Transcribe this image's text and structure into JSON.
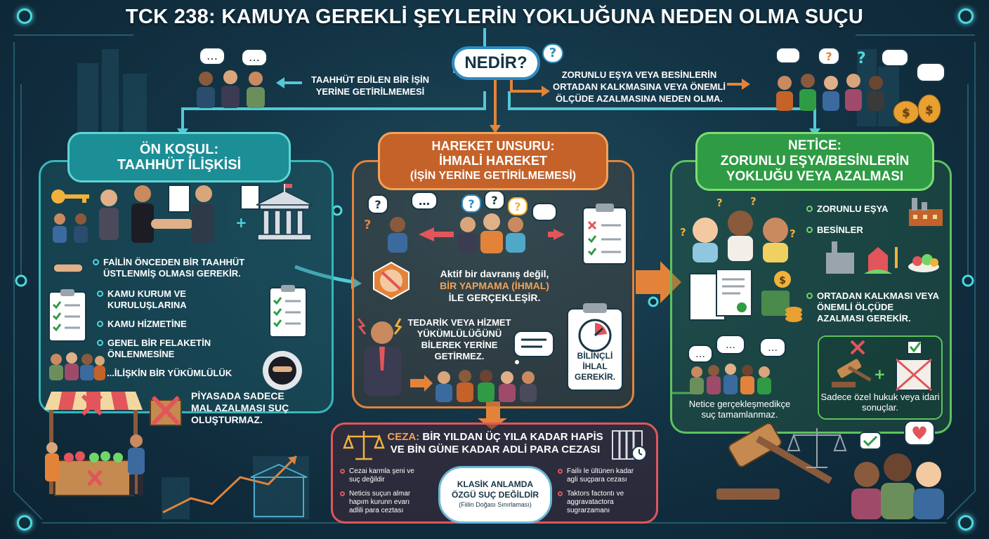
{
  "title": "TCK 238: KAMUYA GEREKLİ ŞEYLERİN YOKLUĞUNA NEDEN OLMA SUÇU",
  "center": {
    "question": "NEDİR?",
    "left_definition": "TAAHHÜT EDİLEN BİR İŞİN YERİNE GETİRİLMEMESİ",
    "right_definition": "ZORUNLU EŞYA VEYA BESİNLERİN ORTADAN KALKMASINA VEYA ÖNEMLİ ÖLÇÜDE AZALMASINA NEDEN OLMA."
  },
  "left_panel": {
    "header_line1": "ÖN KOŞUL:",
    "header_line2": "TAAHHÜT İLİŞKİSİ",
    "intro": "FAİLİN ÖNCEDEN BİR TAAHHÜT ÜSTLENMİŞ OLMASI GEREKİR.",
    "items": [
      "KAMU KURUM VE KURULUŞLARINA",
      "KAMU HİZMETİNE",
      "GENEL BİR FELAKETİN ÖNLENMESİNE",
      "...İLİŞKİN BİR YÜKÜMLÜLÜK"
    ],
    "note": "PİYASADA SADECE MAL AZALMASI SUÇ OLUŞTURMAZ."
  },
  "mid_panel": {
    "header_line1": "HAREKET UNSURU:",
    "header_line2": "İHMALİ HAREKET",
    "header_line3": "(İŞİN YERİNE GETİRİLMEMESİ)",
    "aktif_line1": "Aktif bir davranış değil,",
    "aktif_line2": "BİR YAPMAMA (İHMAL)",
    "aktif_line3": "İLE GERÇEKLEŞİR.",
    "tedarik": "TEDARİK VEYA HİZMET YÜKÜMLÜLÜĞÜNÜ BİLEREK YERİNE GETİRMEZ.",
    "bilincli": "BİLİNÇLİ İHLAL GEREKİR."
  },
  "right_panel": {
    "header_line1": "NETİCE:",
    "header_line2": "ZORUNLU EŞYA/BESİNLERİN",
    "header_line3": "YOKLUĞU VEYA AZALMASI",
    "item1": "ZORUNLU EŞYA",
    "item2": "BESİNLER",
    "item3": "ORTADAN KALKMASI VEYA ÖNEMLİ ÖLÇÜDE AZALMASI GEREKİR.",
    "netice_note": "Netice gerçekleşmedikçe suç tamamlanmaz.",
    "ozel_hukuk": "Sadece özel hukuk veya idari sonuçlar."
  },
  "ceza": {
    "label": "CEZA:",
    "text_line1": "BİR YILDAN ÜÇ YILA KADAR HAPİS",
    "text_line2": "VE BİN GÜNE KADAR ADLİ PARA CEZASI",
    "left1_line1": "Cezai karmla şeni ve",
    "left1_line2": "suç değildir",
    "left2_line1": "Neticis suçun almar",
    "left2_line2": "hapım kurunn evarı",
    "left2_line3": "adlili para ceztası",
    "right1_line1": "Failiı le ültünen kadar",
    "right1_line2": "agli suçpara cezası",
    "right2_line1": "Taktors factontı ve",
    "right2_line2": "aggravatactora",
    "right2_line3": "sugrarzamanı",
    "klasik_line1": "KLASİK ANLAMDA",
    "klasik_line2": "ÖZGÜ SUÇ DEĞİLDİR",
    "klasik_line3": "(Fiilin Doğası Sınırlaması)"
  },
  "colors": {
    "teal": "#35b7b9",
    "orange": "#e3833a",
    "green": "#5cc35e",
    "red": "#e2555a",
    "cyan": "#4fd7e0"
  }
}
